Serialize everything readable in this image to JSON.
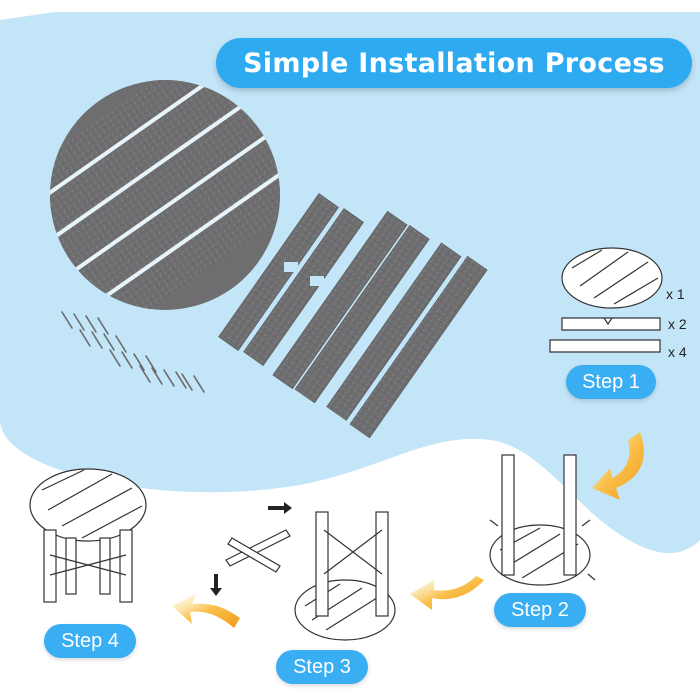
{
  "header": {
    "title": "Simple Installation Process"
  },
  "parts": [
    {
      "qty": "x 1"
    },
    {
      "qty": "x 2"
    },
    {
      "qty": "x 4"
    }
  ],
  "steps": [
    {
      "label": "Step 1"
    },
    {
      "label": "Step 2"
    },
    {
      "label": "Step 3"
    },
    {
      "label": "Step 4"
    }
  ],
  "colors": {
    "accent": "#2eaaf0",
    "background_blob": "#c3e5f8",
    "panel_gray": "#6b6b6d",
    "arrow_orange": "#f6a323"
  }
}
